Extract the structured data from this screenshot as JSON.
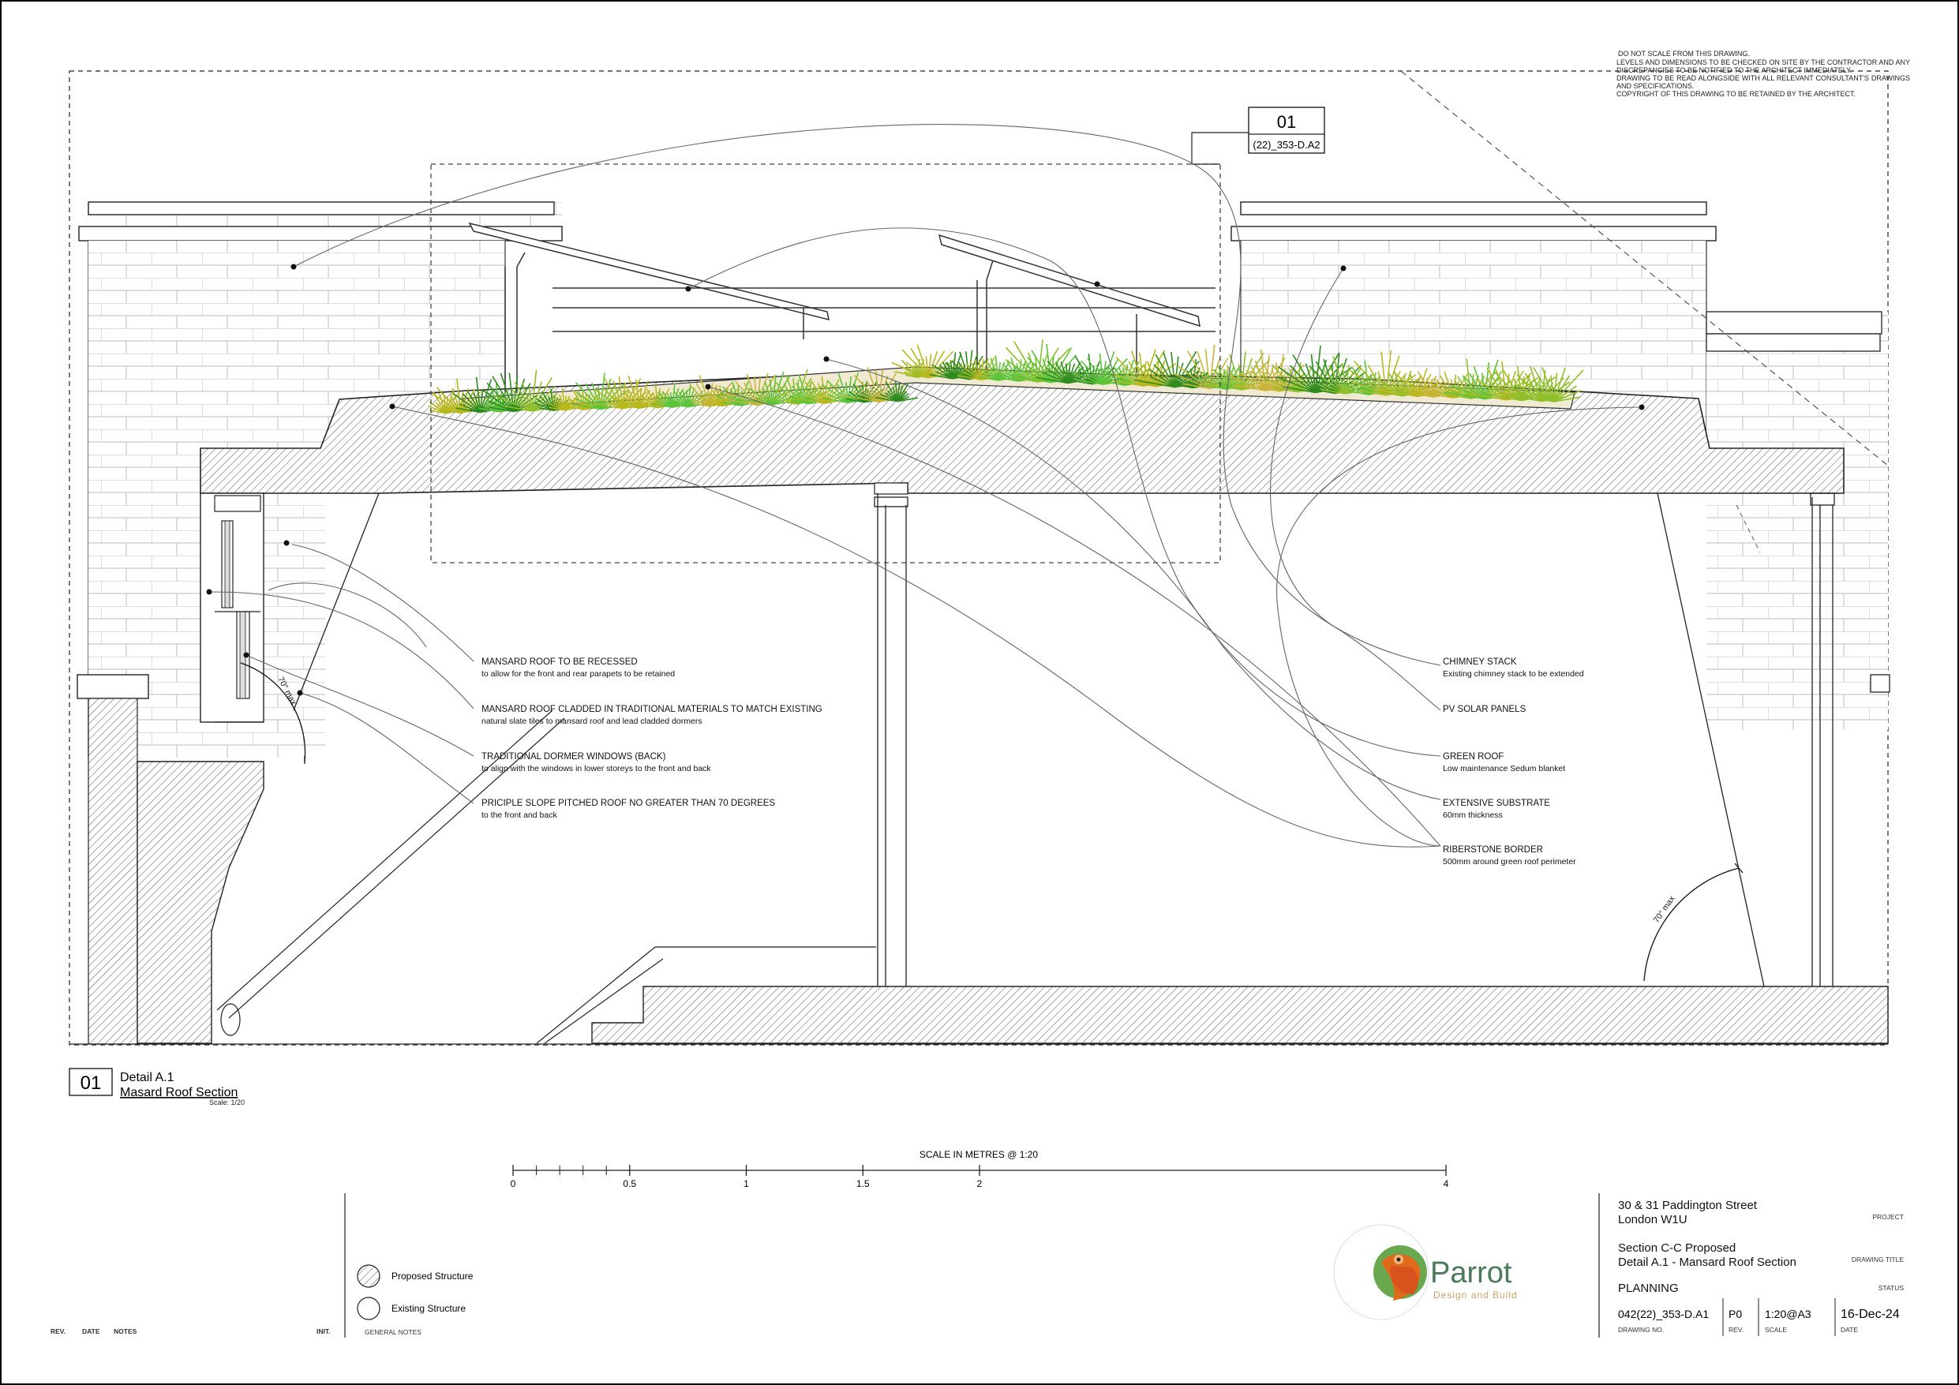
{
  "general_notes": [
    "DO NOT SCALE FROM THIS DRAWING.",
    "LEVELS AND DIMENSIONS TO BE CHECKED ON SITE BY THE CONTRACTOR AND ANY DISCREPANCIES TO BE NOTIFIED TO THE ARCHITECT IMMEDIATELY.",
    "DRAWING TO BE READ ALONGSIDE WITH ALL RELEVANT CONSULTANT'S DRAWINGS AND SPECIFICATIONS.",
    "COPYRIGHT OF THIS DRAWING TO BE RETAINED BY THE ARCHITECT."
  ],
  "callout": {
    "number": "01",
    "reference": "(22)_353-D.A2"
  },
  "left_notes": [
    {
      "title": "MANSARD ROOF TO BE RECESSED",
      "detail": "to allow for the front and rear parapets to be retained"
    },
    {
      "title": "MANSARD ROOF CLADDED IN TRADITIONAL MATERIALS TO MATCH EXISTING",
      "detail": "natural slate tiles to mansard roof and lead cladded dormers"
    },
    {
      "title": "TRADITIONAL DORMER WINDOWS (BACK)",
      "detail": "to align with the windows in lower storeys to the front and back"
    },
    {
      "title": "PRICIPLE SLOPE PITCHED ROOF NO GREATER THAN 70 DEGREES",
      "detail": "to the front and back"
    }
  ],
  "right_notes": [
    {
      "title": "CHIMNEY STACK",
      "detail": "Existing chimney stack to be extended"
    },
    {
      "title": "PV SOLAR PANELS",
      "detail": ""
    },
    {
      "title": "GREEN ROOF",
      "detail": "Low maintenance Sedum blanket"
    },
    {
      "title": "EXTENSIVE SUBSTRATE",
      "detail": "60mm thickness"
    },
    {
      "title": "RIBERSTONE BORDER",
      "detail": "500mm around green roof perimeter"
    }
  ],
  "angle_labels": [
    "70° max",
    "70° max"
  ],
  "detail_tag": {
    "number": "01",
    "name": "Detail A.1",
    "title": "Masard Roof Section",
    "scale": "Scale: 1/20"
  },
  "scale_bar": {
    "title": "SCALE IN METRES @ 1:20",
    "ticks": [
      "0",
      "0.5",
      "1",
      "1.5",
      "2",
      "4"
    ],
    "tick_values": [
      0,
      0.5,
      1,
      1.5,
      2,
      4
    ]
  },
  "legend": [
    {
      "label": "Proposed Structure",
      "pattern": "hatched"
    },
    {
      "label": "Existing Structure",
      "pattern": "plain"
    }
  ],
  "revision_headers": {
    "rev": "REV.",
    "date": "DATE",
    "notes": "NOTES",
    "init": "INIT.",
    "general": "GENERAL NOTES"
  },
  "title_block": {
    "project_line1": "30 & 31 Paddington Street",
    "project_line2": "London W1U",
    "project_label": "PROJECT",
    "title_line1": "Section C-C Proposed",
    "title_line2": "Detail A.1 - Mansard Roof Section",
    "title_label": "DRAWING TITLE",
    "status": "PLANNING",
    "status_label": "STATUS",
    "drawing_no": "042(22)_353-D.A1",
    "drawing_no_label": "DRAWING NO.",
    "rev": "P0",
    "rev_label": "REV.",
    "scale": "1:20@A3",
    "scale_label": "SCALE",
    "date": "16-Dec-24",
    "date_label": "DATE"
  },
  "logo": {
    "name": "Parrot",
    "tagline": "Design and Build",
    "colors": {
      "green": "#6aa84f",
      "orange": "#e06a1b",
      "teal": "#4a9a8a"
    }
  },
  "colors": {
    "line": "#111111",
    "hatch": "#555555",
    "grass_light": "#5cc43a",
    "grass_dark": "#2e8b1e",
    "grass_yellow": "#b8b81e",
    "substrate": "#f1ead2"
  }
}
